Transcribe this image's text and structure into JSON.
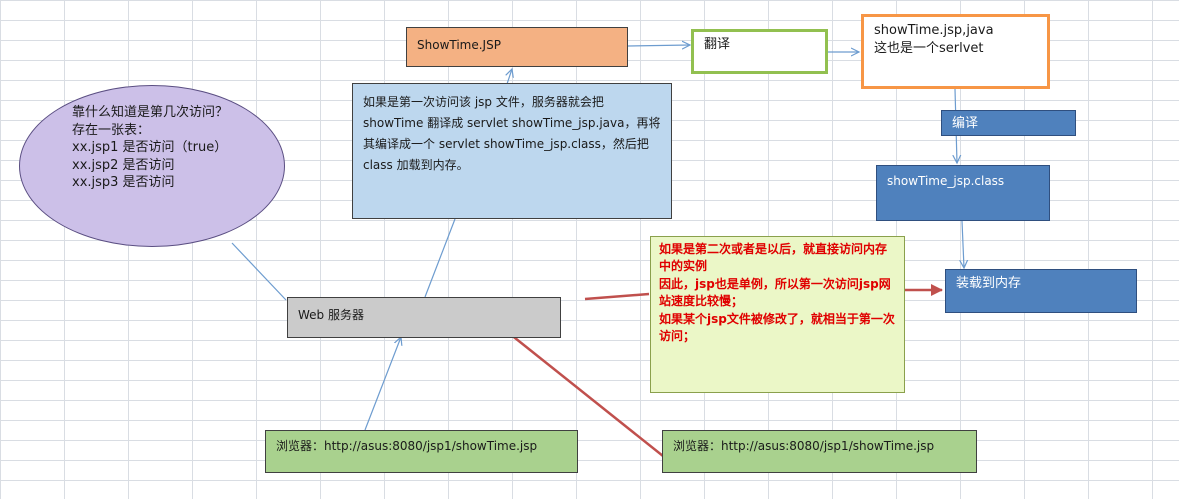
{
  "boxes": {
    "showtime_jsp": "ShowTime.JSP",
    "translate": "翻译",
    "java_file": "showTime.jsp,java\n这也是一个serlvet",
    "compile": "编译",
    "class_file": "showTime_jsp.class",
    "load_memory": "装载到内存",
    "first_visit_explain": "如果是第一次访问该 jsp 文件，服务器就会把 showTime 翻译成 servlet showTime_jsp.java，再将其编译成一个 servlet showTime_jsp.class，然后把 class 加载到内存。",
    "second_visit_note": "如果是第二次或者是以后，就直接访问内存中的实例\n因此，jsp也是单例，所以第一次访问jsp网站速度比较慢；\n如果某个jsp文件被修改了，就相当于第一次访问；",
    "web_server": "Web 服务器",
    "browser_left": "浏览器：http://asus:8080/jsp1/showTime.jsp",
    "browser_right": "浏览器：http://asus:8080/jsp1/showTime.jsp",
    "ellipse_note": "靠什么知道是第几次访问？\n存在一张表：\nxx.jsp1  是否访问（true）\nxx.jsp2  是否访问\nxx.jsp3  是否访问"
  },
  "colors": {
    "connector_blue": "#6d9ccf",
    "arrow_red": "#c0504d"
  }
}
